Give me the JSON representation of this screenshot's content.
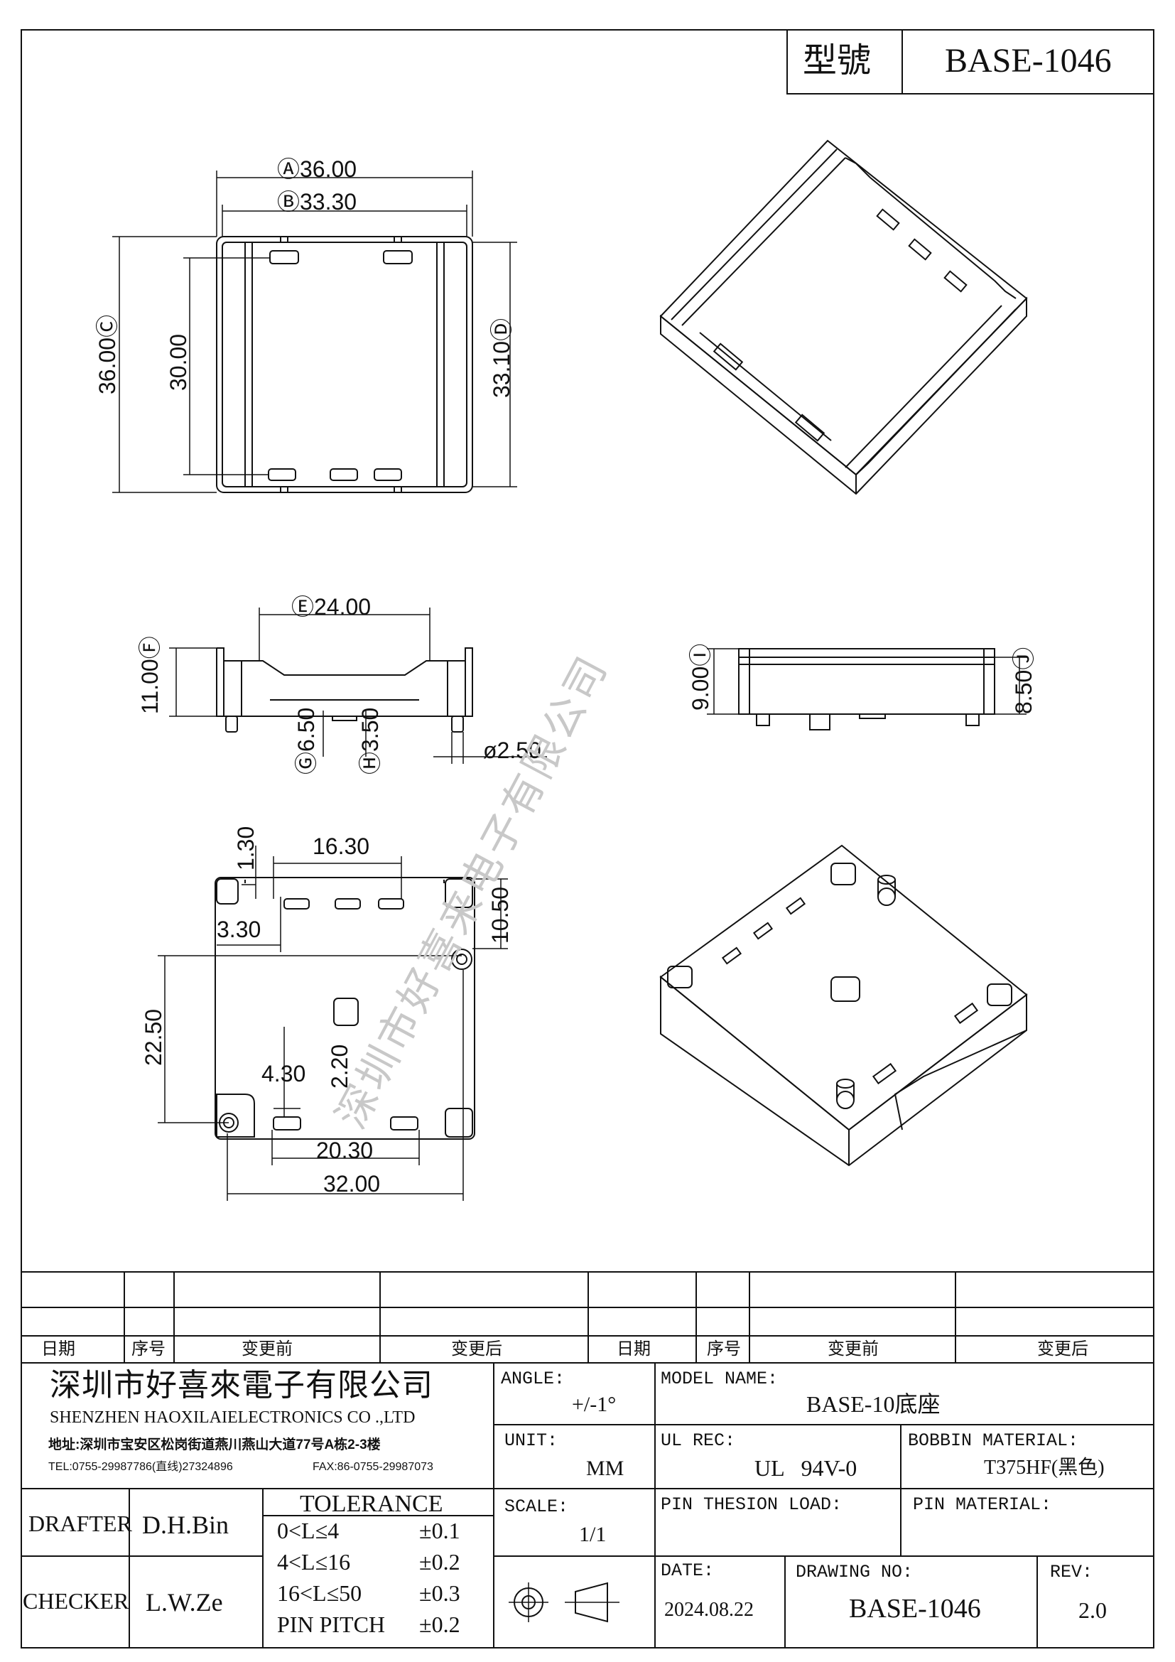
{
  "header": {
    "model_label": "型號",
    "model_value": "BASE-1046"
  },
  "top_view": {
    "dim_a": "Ⓐ36.00",
    "dim_b": "Ⓑ33.30",
    "dim_c": "36.00Ⓒ",
    "dim_inner": "30.00",
    "dim_d": "33.10Ⓓ"
  },
  "side_view": {
    "dim_e": "Ⓔ24.00",
    "dim_f": "11.00Ⓕ",
    "dim_g": "Ⓖ6.50",
    "dim_h": "Ⓗ3.50",
    "dim_pin": "ø2.50"
  },
  "end_view": {
    "dim_i": "9.00Ⓘ",
    "dim_j": "8.50Ⓙ"
  },
  "bottom_view": {
    "dim_1": "1.30",
    "dim_2": "16.30",
    "dim_3": "10.50",
    "dim_4": "3.30",
    "dim_5": "22.50",
    "dim_6": "2.20",
    "dim_7": "4.30",
    "dim_8": "20.30",
    "dim_9": "32.00"
  },
  "watermark": "深圳市好喜来电子有限公司",
  "revision_table": {
    "headers": [
      "日期",
      "序号",
      "变更前",
      "变更后",
      "日期",
      "序号",
      "变更前",
      "变更后"
    ]
  },
  "company": {
    "name_cn": "深圳市好喜來電子有限公司",
    "name_en": "SHENZHEN HAOXILAIELECTRONICS CO .,LTD",
    "address": "地址:深圳市宝安区松岗街道燕川燕山大道77号A栋2-3楼",
    "tel": "TEL:0755-29987786(直线)27324896",
    "fax": "FAX:86-0755-29987073"
  },
  "title_block": {
    "angle_label": "ANGLE:",
    "angle_value": "+/-1°",
    "model_name_label": "MODEL NAME:",
    "model_name_value": "BASE-10底座",
    "unit_label": "UNIT:",
    "unit_value": "MM",
    "ul_rec_label": "UL REC:",
    "ul_rec_value": "UL   94V-0",
    "bobbin_material_label": "BOBBIN MATERIAL:",
    "bobbin_material_value": "T375HF(黑色)",
    "scale_label": "SCALE:",
    "scale_value": "1/1",
    "pin_load_label": "PIN THESION LOAD:",
    "pin_material_label": "PIN MATERIAL:",
    "date_label": "DATE:",
    "date_value": "2024.08.22",
    "drawing_no_label": "DRAWING NO:",
    "drawing_no_value": "BASE-1046",
    "rev_label": "REV:",
    "rev_value": "2.0",
    "drafter_label": "DRAFTER",
    "drafter_value": "D.H.Bin",
    "checker_label": "CHECKER",
    "checker_value": "L.W.Ze",
    "tolerance_title": "TOLERANCE",
    "tolerance_rows": [
      {
        "range": "0<L≤4",
        "value": "±0.1"
      },
      {
        "range": "4<L≤16",
        "value": "±0.2"
      },
      {
        "range": "16<L≤50",
        "value": "±0.3"
      },
      {
        "range": "PIN PITCH",
        "value": "±0.2"
      }
    ]
  }
}
